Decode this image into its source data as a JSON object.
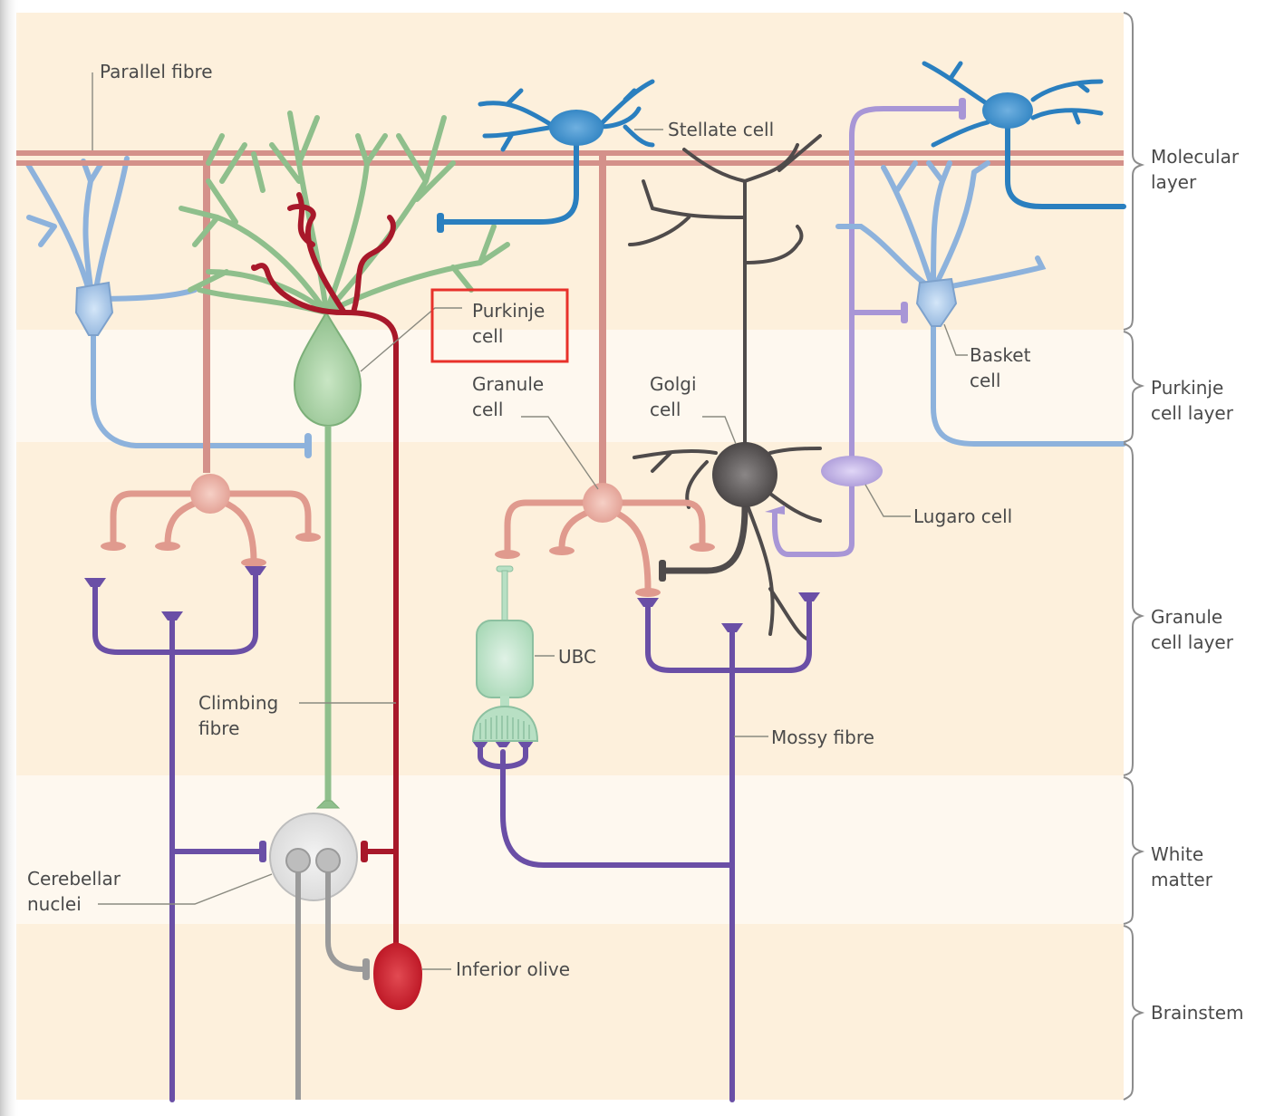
{
  "figure": {
    "title_hidden": "Cerebellar circuit",
    "labels": {
      "parallel_fibre": "Parallel fibre",
      "stellate_cell": "Stellate cell",
      "purkinje_cell_1": "Purkinje",
      "purkinje_cell_2": "cell",
      "granule_cell_1": "Granule",
      "granule_cell_2": "cell",
      "golgi_cell_1": "Golgi",
      "golgi_cell_2": "cell",
      "basket_cell_1": "Basket",
      "basket_cell_2": "cell",
      "lugaro_cell": "Lugaro cell",
      "ubc": "UBC",
      "mossy_fibre": "Mossy fibre",
      "climbing_fibre_1": "Climbing",
      "climbing_fibre_2": "fibre",
      "cerebellar_nuclei_1": "Cerebellar",
      "cerebellar_nuclei_2": "nuclei",
      "inferior_olive": "Inferior olive"
    },
    "layers": [
      {
        "line1": "Molecular",
        "line2": "layer"
      },
      {
        "line1": "Purkinje",
        "line2": "cell layer"
      },
      {
        "line1": "Granule",
        "line2": "cell layer"
      },
      {
        "line1": "White",
        "line2": "matter"
      },
      {
        "line1": "Brainstem",
        "line2": ""
      }
    ],
    "highlight": {
      "target": "Purkinje cell",
      "color": "#e8312a"
    },
    "colors": {
      "background_band": "#fdf0dc",
      "background_light": "#fef8ef",
      "parallel_fibre": "#d4918a",
      "purkinje": "#8fbf8c",
      "climbing_fibre": "#a8182a",
      "basket": "#8db2dc",
      "stellate": "#2a7fbf",
      "golgi": "#4f4b4b",
      "lugaro": "#a896d6",
      "mossy_fibre": "#6a4fa6",
      "granule": "#e09a8e",
      "ubc": "#b8e0c4",
      "nuclei": "#dcdcdc",
      "inferior_olive": "#c01526"
    }
  }
}
